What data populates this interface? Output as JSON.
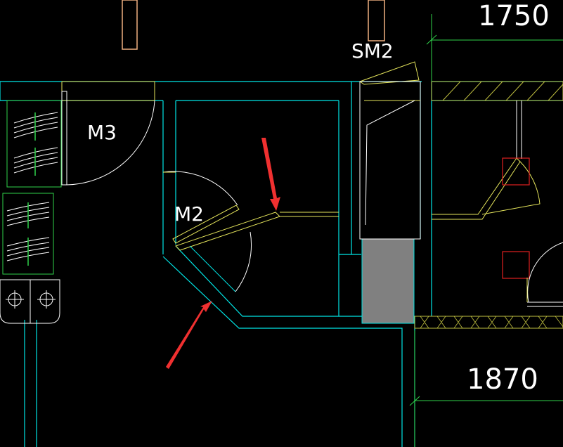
{
  "labels": {
    "door_m3": "M3",
    "door_m2": "M2",
    "door_sm2": "SM2"
  },
  "dimensions": {
    "top": "1750",
    "bottom": "1870"
  },
  "colors": {
    "background": "#000000",
    "wall": "#00e5e5",
    "door": "#e6e65c",
    "fixture": "#ffffff",
    "fixture_frame": "#2fd24a",
    "dimension": "#2fd24a",
    "hatch": "#c0c040",
    "gray_fill": "#808080",
    "red_box": "#e02020",
    "annotation_arrow": "#f03030",
    "drawer_pink": "#f0b080"
  },
  "annotations": {
    "arrow_count": 2
  }
}
